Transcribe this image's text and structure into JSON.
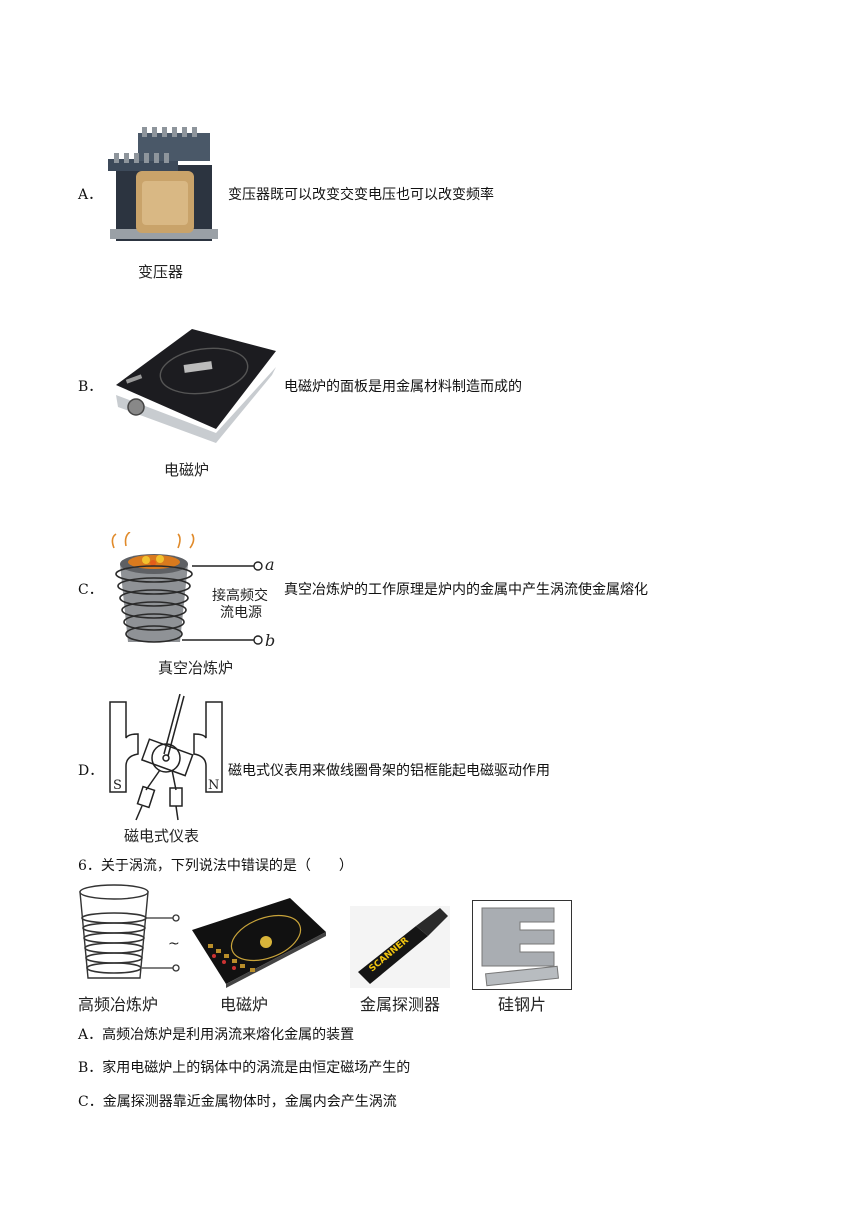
{
  "options_prev": [
    {
      "letter": "A．",
      "statement": "变压器既可以改变交变电压也可以改变频率",
      "caption": "变压器",
      "icon": "transformer-image"
    },
    {
      "letter": "B．",
      "statement": "电磁炉的面板是用金属材料制造而成的",
      "caption": "电磁炉",
      "icon": "induction-cooker-image"
    },
    {
      "letter": "C．",
      "statement": "真空冶炼炉的工作原理是炉内的金属中产生涡流使金属熔化",
      "caption": "真空冶炼炉",
      "icon": "vacuum-smelting-furnace-diagram",
      "labels": {
        "a": "a",
        "b": "b",
        "source_line1": "接高频交",
        "source_line2": "流电源"
      }
    },
    {
      "letter": "D．",
      "statement": "磁电式仪表用来做线圈骨架的铝框能起电磁驱动作用",
      "caption": "磁电式仪表",
      "icon": "magnetoelectric-meter-diagram",
      "labels": {
        "s": "S",
        "n": "N"
      }
    }
  ],
  "question6": {
    "stem": "6．关于涡流，下列说法中错误的是（　　）",
    "images": [
      {
        "caption": "高频冶炼炉",
        "icon": "hf-furnace-diagram",
        "tilde": "~"
      },
      {
        "caption": "电磁炉",
        "icon": "induction-cooker-image"
      },
      {
        "caption": "金属探测器",
        "icon": "metal-detector-image",
        "brand": "SCANNER"
      },
      {
        "caption": "硅钢片",
        "icon": "silicon-steel-image"
      }
    ],
    "options": [
      {
        "text": "A．高频冶炼炉是利用涡流来熔化金属的装置"
      },
      {
        "text": "B．家用电磁炉上的锅体中的涡流是由恒定磁场产生的"
      },
      {
        "text": "C．金属探测器靠近金属物体时，金属内会产生涡流"
      }
    ]
  }
}
